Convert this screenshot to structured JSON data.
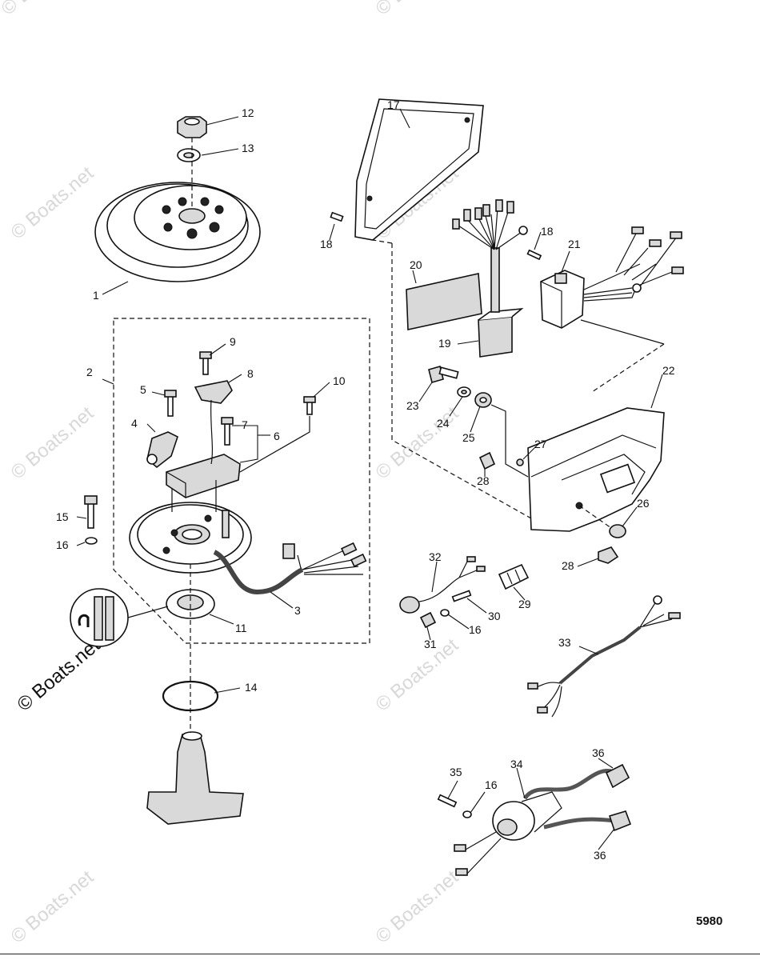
{
  "figure_number": "5980",
  "watermark": "© Boats.net",
  "callouts": {
    "c1": "1",
    "c2": "2",
    "c3": "3",
    "c4": "4",
    "c5": "5",
    "c6": "6",
    "c7": "7",
    "c8": "8",
    "c9": "9",
    "c10": "10",
    "c11": "11",
    "c12": "12",
    "c13": "13",
    "c14": "14",
    "c15": "15",
    "c16a": "16",
    "c16b": "16",
    "c16c": "16",
    "c17": "17",
    "c18a": "18",
    "c18b": "18",
    "c19": "19",
    "c20": "20",
    "c21": "21",
    "c22": "22",
    "c23": "23",
    "c24": "24",
    "c25": "25",
    "c26": "26",
    "c27": "27",
    "c28a": "28",
    "c28b": "28",
    "c29": "29",
    "c30": "30",
    "c31": "31",
    "c32": "32",
    "c33": "33",
    "c34": "34",
    "c35": "35",
    "c36a": "36",
    "c36b": "36"
  }
}
